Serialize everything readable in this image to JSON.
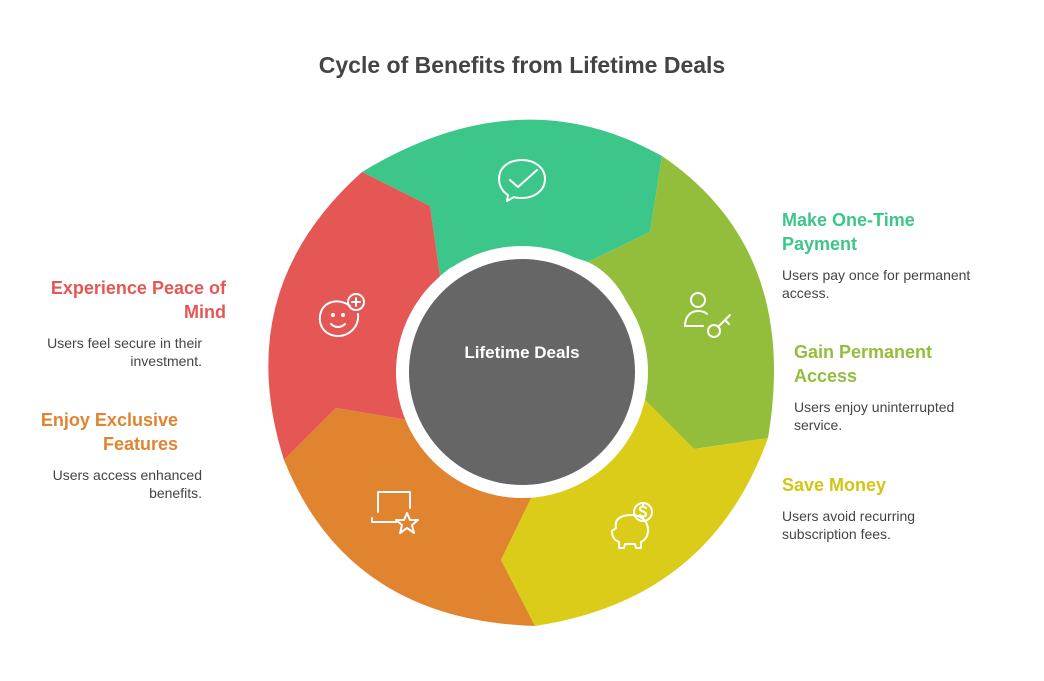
{
  "title": "Cycle of Benefits from Lifetime Deals",
  "center": {
    "label": "Lifetime Deals",
    "color": "#666666"
  },
  "segments": [
    {
      "id": "payment",
      "heading": "Make One-Time Payment",
      "heading_lines": [
        "Make One-Time",
        "Payment"
      ],
      "text": "Users pay once for permanent access.",
      "text_lines": [
        "Users pay once for permanent",
        "access."
      ],
      "color": "#3DC68A",
      "icon": "chat-check-icon"
    },
    {
      "id": "access",
      "heading": "Gain Permanent Access",
      "heading_lines": [
        "Gain Permanent",
        "Access"
      ],
      "text": "Users enjoy uninterrupted service.",
      "text_lines": [
        "Users enjoy uninterrupted",
        "service."
      ],
      "color": "#93BE3C",
      "icon": "user-key-icon"
    },
    {
      "id": "money",
      "heading": "Save Money",
      "heading_lines": [
        "Save Money"
      ],
      "text": "Users avoid recurring subscription fees.",
      "text_lines": [
        "Users avoid recurring",
        "subscription fees."
      ],
      "color": "#DCCC1A",
      "icon": "piggy-bank-dollar-icon"
    },
    {
      "id": "features",
      "heading": "Enjoy Exclusive Features",
      "heading_lines": [
        "Enjoy Exclusive",
        "Features"
      ],
      "text": "Users access enhanced benefits.",
      "text_lines": [
        "Users access enhanced",
        "benefits."
      ],
      "color": "#E08430",
      "icon": "laptop-star-icon"
    },
    {
      "id": "peace",
      "heading": "Experience Peace of Mind",
      "heading_lines": [
        "Experience Peace of",
        "Mind"
      ],
      "text": "Users feel secure in their investment.",
      "text_lines": [
        "Users feel secure in their",
        "investment."
      ],
      "color": "#E45755",
      "icon": "smile-plus-icon"
    }
  ],
  "label_colors": {
    "payment": "#3DC68A",
    "access": "#93BE3C",
    "money": "#D4C416",
    "features": "#E08430",
    "peace": "#E45755"
  }
}
